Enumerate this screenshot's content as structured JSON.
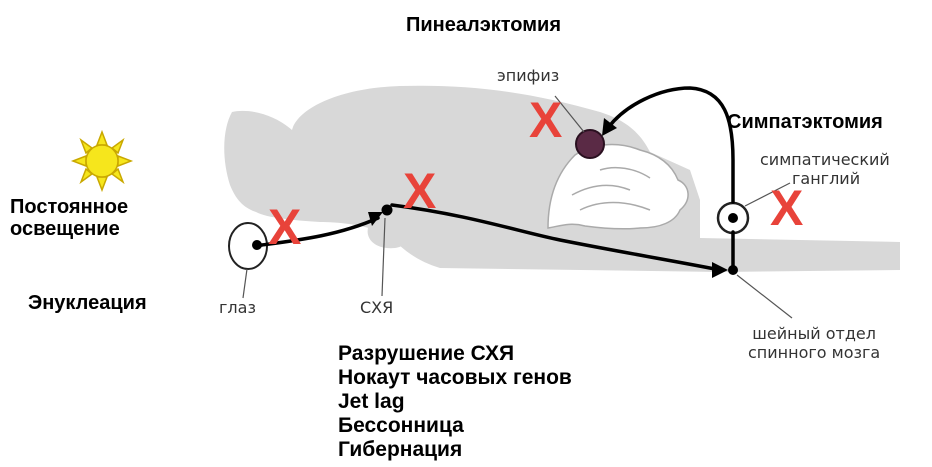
{
  "labels": {
    "constant_light": [
      "Постоянное",
      "освещение"
    ],
    "enucleation": "Энуклеация",
    "pinealectomy": "Пинеалэктомия",
    "sympathectomy": "Симпатэктомия",
    "pineal": "эпифиз",
    "sympathetic_ganglion": [
      "симпатический",
      "ганглий"
    ],
    "eye": "глаз",
    "scn": "СХЯ",
    "cervical_spinal": [
      "шейный отдел",
      "спинного мозга"
    ]
  },
  "conditions": [
    "Разрушение СХЯ",
    "Нокаут часовых генов",
    "Jet lag",
    "Бессонница",
    "Гибернация"
  ],
  "marks": {
    "symbol": "X",
    "color": "#e8433a"
  },
  "colors": {
    "brain": "#d8d8d8",
    "pineal": "#5a2a45",
    "sun": "#f6e61c",
    "sun_stroke": "#c9a800"
  }
}
